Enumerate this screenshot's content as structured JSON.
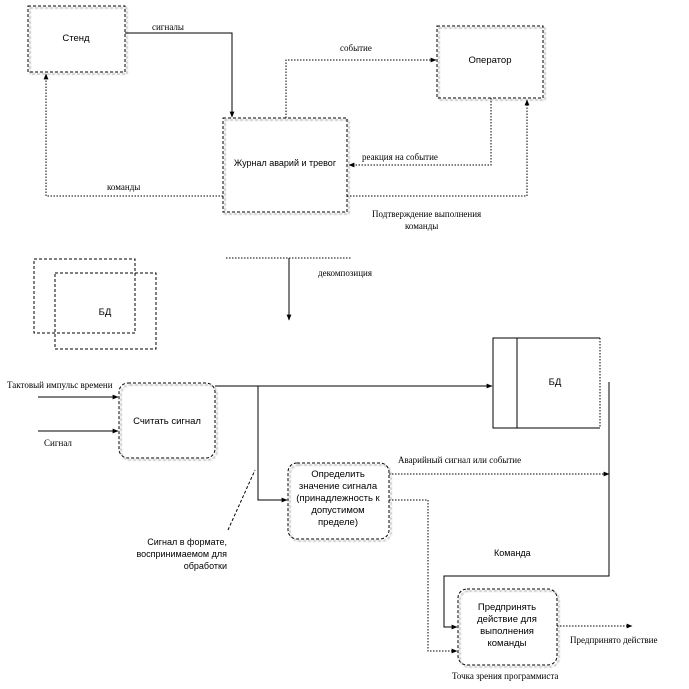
{
  "top": {
    "stend": "Стенд",
    "operator": "Оператор",
    "journal": "Журнал аварий и тревог",
    "signals": "сигналы",
    "event": "событие",
    "reaction": "реакция на событие",
    "commands": "команды",
    "confirmation_line1": "Подтверждение выполнения",
    "confirmation_line2": "команды"
  },
  "decomposition": "декомпозиция",
  "db_left": "БД",
  "bottom": {
    "clock_pulse": "Тактовый импульс времени",
    "signal_in": "Сигнал",
    "read_signal": "Считать сигнал",
    "db_right": "БД",
    "determine_line1": "Определить",
    "determine_line2": "значение сигнала",
    "determine_line3": "(принадлежность к",
    "determine_line4": "допустимом",
    "determine_line5": "пределе)",
    "alarm_event": "Аварийный сигнал или событие",
    "signal_format_line1": "Сигнал в формате,",
    "signal_format_line2": "воспринимаемом для",
    "signal_format_line3": "обработки",
    "command": "Команда",
    "action_line1": "Предпринять",
    "action_line2": "действие для",
    "action_line3": "выполнения",
    "action_line4": "команды",
    "action_taken": "Предпринято действие",
    "viewpoint": "Точка зрения программиста"
  }
}
